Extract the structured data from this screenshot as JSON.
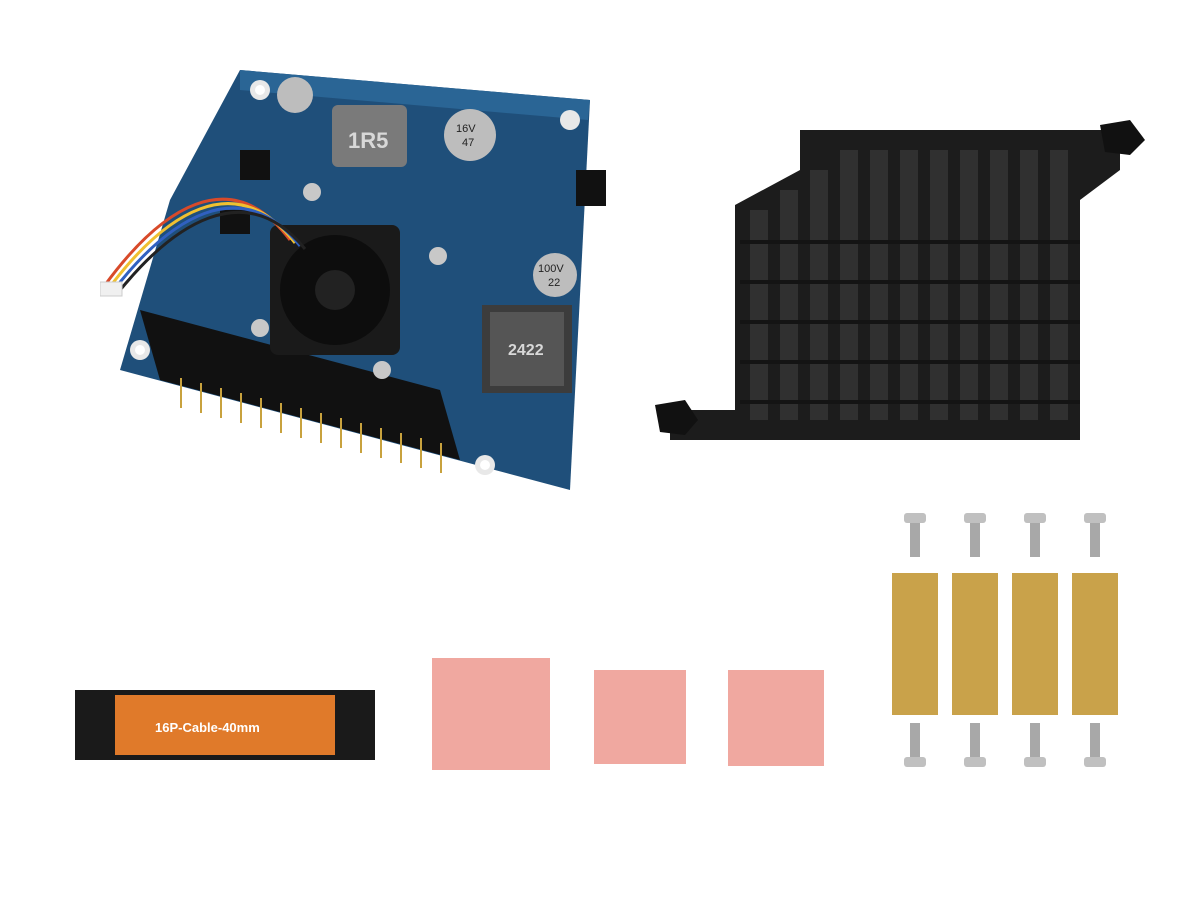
{
  "board": {
    "inductor_label": "1R5",
    "cap_top_label": "16V",
    "cap_top_sub": "47",
    "cap_right_label": "100V",
    "cap_right_sub": "22",
    "transformer_label": "2422"
  },
  "cable": {
    "label": "16P-Cable-40mm"
  },
  "colors": {
    "pcb": "#1f4f7a",
    "heatsink": "#1c1c1c",
    "thermal_pad": "#f0a8a0",
    "brass": "#c9a24a",
    "cable_orange": "#e07a2a"
  },
  "counts": {
    "thermal_pads": 3,
    "standoffs": 4,
    "screws": 8
  }
}
